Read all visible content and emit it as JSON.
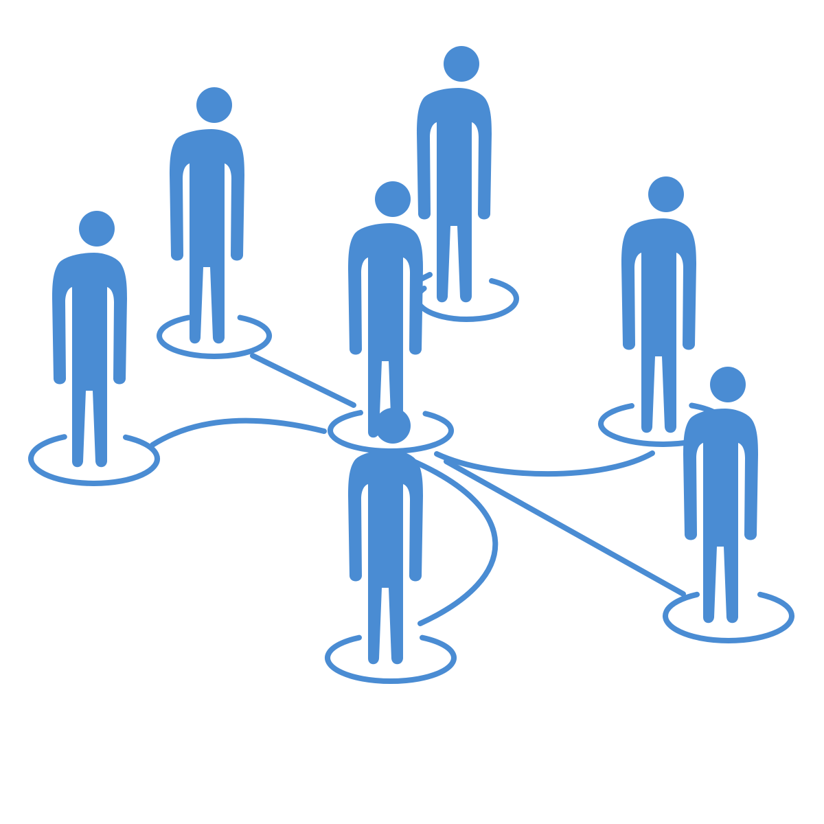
{
  "diagram": {
    "type": "people-network",
    "color": "#4a8cd3",
    "background": "#ffffff",
    "icon": "person-icon",
    "node_count": 7,
    "hub": "center",
    "nodes": [
      {
        "id": "center"
      },
      {
        "id": "far-left"
      },
      {
        "id": "upper-left"
      },
      {
        "id": "top"
      },
      {
        "id": "right"
      },
      {
        "id": "bottom"
      },
      {
        "id": "far-right"
      }
    ],
    "edges": [
      {
        "from": "center",
        "to": "upper-left",
        "style": "straight"
      },
      {
        "from": "center",
        "to": "far-left",
        "style": "curved"
      },
      {
        "from": "center",
        "to": "top",
        "style": "straight"
      },
      {
        "from": "center",
        "to": "right",
        "style": "curved"
      },
      {
        "from": "center",
        "to": "far-right",
        "style": "straight"
      },
      {
        "from": "center",
        "to": "bottom",
        "style": "curved"
      }
    ]
  }
}
